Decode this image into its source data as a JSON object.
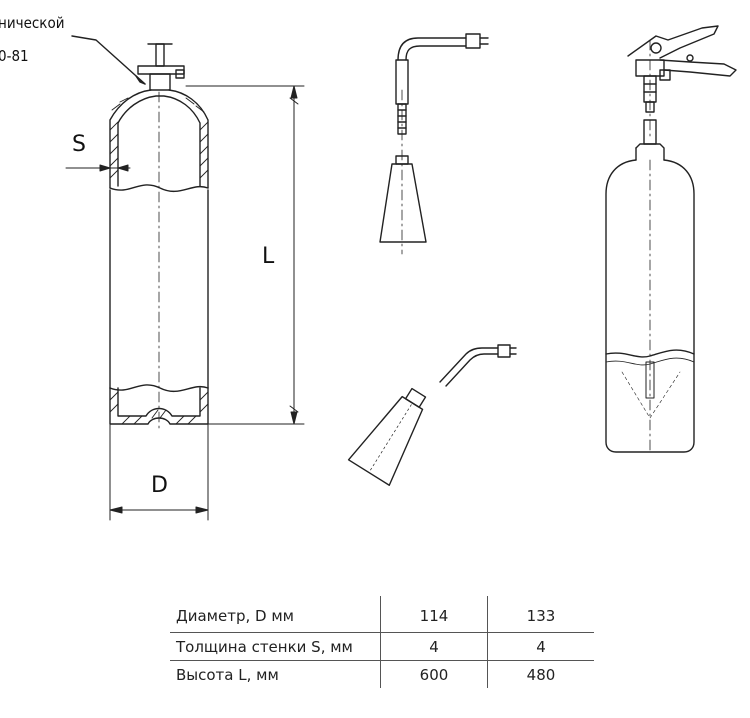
{
  "callout": {
    "line1": "нической",
    "line2": "0-81"
  },
  "dimensions": {
    "s": "S",
    "l": "L",
    "d": "D"
  },
  "specs_table": {
    "rows": [
      {
        "label": "Диаметр, D мм",
        "values": [
          "114",
          "133"
        ]
      },
      {
        "label": "Толщина стенки S, мм",
        "values": [
          "4",
          "4"
        ]
      },
      {
        "label": "Высота L, мм",
        "values": [
          "600",
          "480"
        ]
      }
    ]
  }
}
